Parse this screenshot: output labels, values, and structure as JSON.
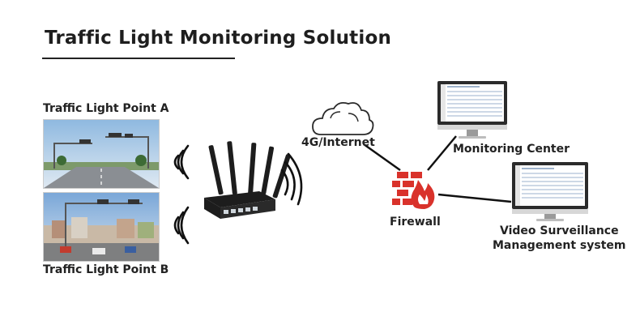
{
  "title": "Traffic Light Monitoring Solution",
  "labels": {
    "point_a": "Traffic Light Point A",
    "point_b": "Traffic Light Point B",
    "internet": "4G/Internet",
    "firewall": "Firewall",
    "monitoring": "Monitoring Center",
    "video_line1": "Video Surveillance",
    "video_line2": "Management system"
  },
  "colors": {
    "firewall": "#d9322b",
    "line": "#111111",
    "monitor_frame": "#2b2b2b"
  },
  "icons": [
    "cloud-icon",
    "router-icon",
    "firewall-icon",
    "monitor-icon",
    "wifi-signal-icon"
  ]
}
